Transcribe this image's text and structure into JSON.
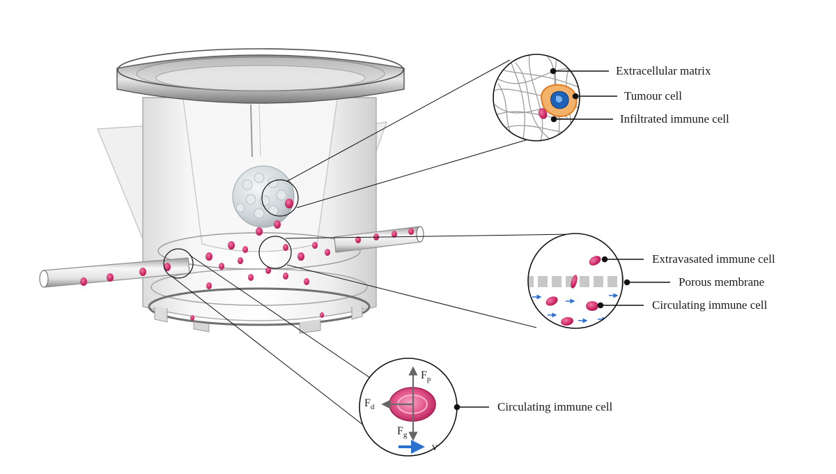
{
  "labels": {
    "ecm": "Extracellular matrix",
    "tumour": "Tumour cell",
    "infiltrated": "Infiltrated immune cell",
    "extravasated": "Extravasated immune cell",
    "membrane": "Porous membrane",
    "circulating_membrane": "Circulating immune cell",
    "circulating_forces": "Circulating immune cell"
  },
  "force_symbols": {
    "fp_main": "F",
    "fp_sub": "p",
    "fd_main": "F",
    "fd_sub": "d",
    "fg_main": "F",
    "fg_sub": "g",
    "velocity": "v"
  },
  "colors": {
    "immune_cell": "#c8215f",
    "tumour_body": "#e9e9ee",
    "tumour_cell_outline": "#e07a20",
    "nucleus": "#1e62b8",
    "flow_arrow": "#2b6fcf",
    "leader_line": "#111111"
  }
}
